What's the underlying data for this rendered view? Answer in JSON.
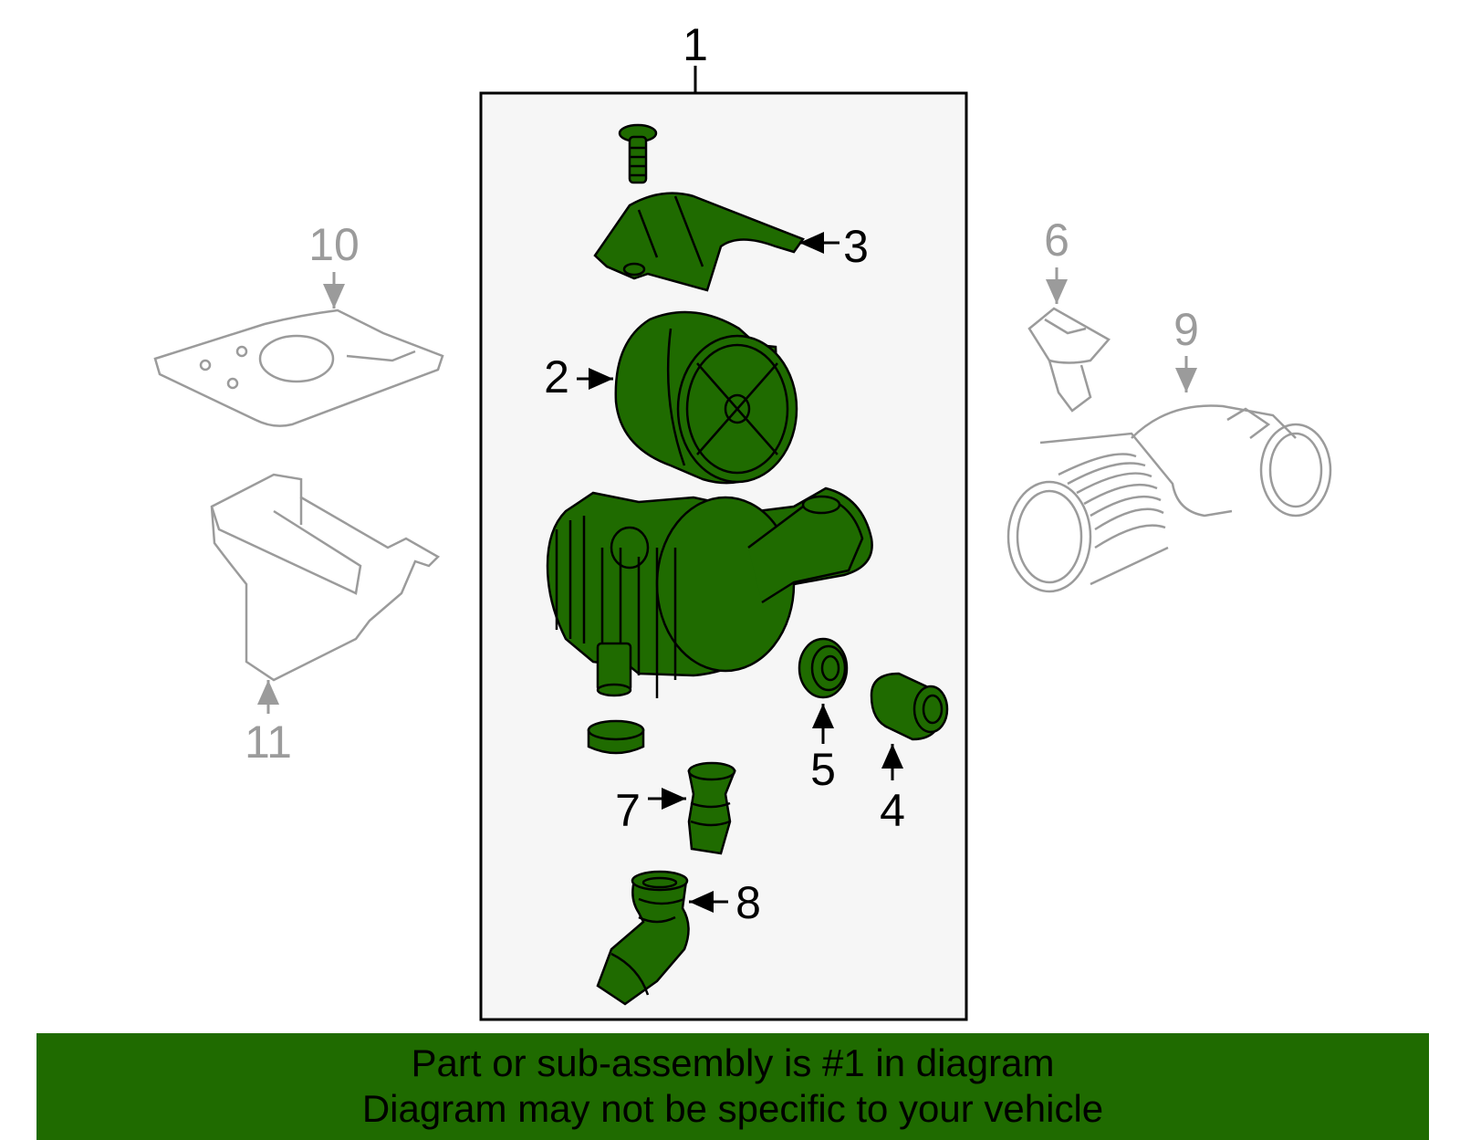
{
  "callouts": {
    "n1": "1",
    "n2": "2",
    "n3": "3",
    "n4": "4",
    "n5": "5",
    "n6": "6",
    "n7": "7",
    "n8": "8",
    "n9": "9",
    "n10": "10",
    "n11": "11"
  },
  "banner": {
    "line1": "Part or sub-assembly is #1 in diagram",
    "line2": "Diagram may not be specific to your vehicle"
  },
  "colors": {
    "part_fill": "#1f6b00",
    "banner_bg": "#1f6b00",
    "context_part_stroke": "#9b9b9b",
    "box_bg": "#f6f6f6"
  },
  "icons": {
    "bolt": "bolt-icon",
    "cover": "cover-icon",
    "filter": "air-filter-icon",
    "housing": "air-cleaner-housing-icon",
    "grommet": "grommet-icon",
    "insulator": "insulator-icon",
    "drain": "drain-tube-icon",
    "duct": "outlet-duct-icon",
    "sensor": "sensor-icon",
    "hose": "intake-hose-icon",
    "bracket": "bracket-icon",
    "shield": "shield-icon"
  }
}
